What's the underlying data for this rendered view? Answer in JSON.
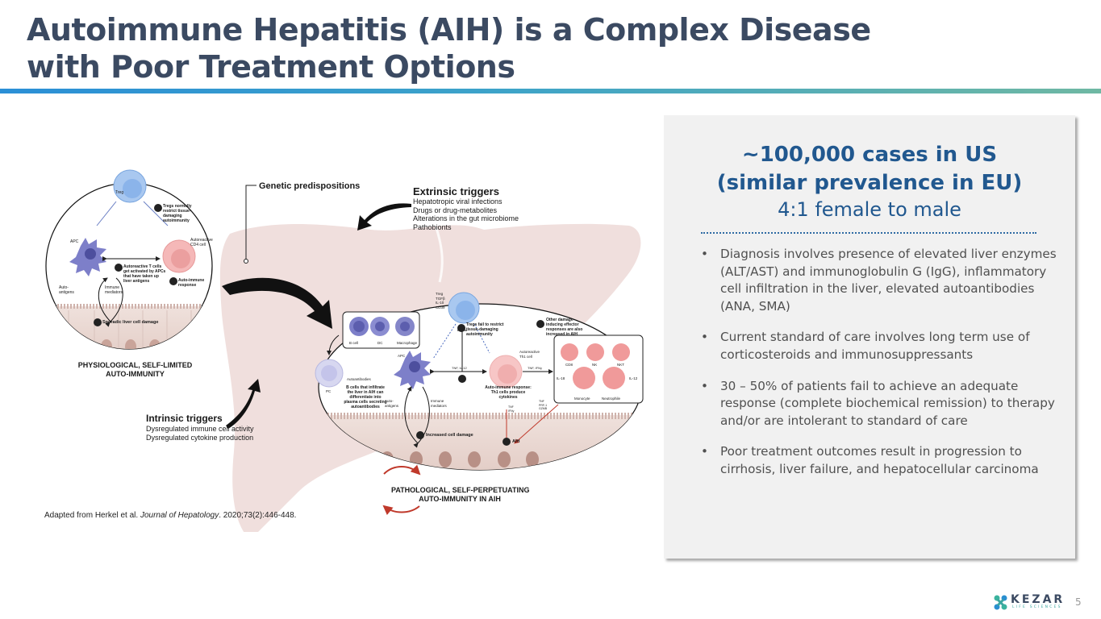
{
  "slide": {
    "title_line1": "Autoimmune Hepatitis (AIH) is a Complex Disease",
    "title_line2": "with Poor Treatment Options",
    "page_number": "5",
    "accent_gradient": [
      "#2b8fd6",
      "#6fb8a3"
    ],
    "title_color": "#3b4a62"
  },
  "figure": {
    "genetic_label": "Genetic predispositions",
    "extrinsic": {
      "heading": "Extrinsic triggers",
      "items": [
        "Hepatotropic viral infections",
        "Drugs or drug-metabolites",
        "Alterations in the gut microbiome",
        "Pathobionts"
      ]
    },
    "intrinsic": {
      "heading": "Intrinsic triggers",
      "items": [
        "Dysregulated immune cell activity",
        "Dysregulated cytokine production"
      ]
    },
    "left_circle": {
      "caption": "PHYSIOLOGICAL, SELF-LIMITED AUTO-IMMUNITY",
      "caption_line1": "PHYSIOLOGICAL, SELF-LIMITED",
      "caption_line2": "AUTO-IMMUNITY",
      "treg": "Treg",
      "apc": "APC",
      "cd4": "Autoreactive CD4 cell",
      "cd4_l1": "Autoreactive",
      "cd4_l2": "CD4 cell",
      "auto_antigens_l1": "Auto-",
      "auto_antigens_l2": "antigens",
      "immune_mediators_l1": "Immune",
      "immune_mediators_l2": "mediators",
      "step1": {
        "num": "1",
        "text": "Sporadic liver cell damage"
      },
      "step2": {
        "num": "2",
        "l1": "Autoreactive T cells",
        "l2": "get activated by APCs",
        "l3": "that have taken up",
        "l4": "liver antigens"
      },
      "step3": {
        "num": "3",
        "l1": "Auto-immune",
        "l2": "response"
      },
      "step4": {
        "num": "4",
        "l1": "Tregs normally",
        "l2": "restrict tissue-",
        "l3": "damaging",
        "l4": "autoimmunity"
      }
    },
    "right_circle": {
      "caption_line1": "PATHOLOGICAL, SELF-PERPETUATING",
      "caption_line2": "AUTO-IMMUNITY IN AIH",
      "treg_l1": "Treg",
      "treg_l2": "TGFβ",
      "treg_l3": "IL-10",
      "treg_l4": "CD39",
      "bcell": "B cell",
      "dc": "DC",
      "macrophage": "Macrophage",
      "pc": "PC",
      "autoantibodies": "Autoantibodies",
      "apc": "APC",
      "bcell_note_l1": "B cells that infiltrate",
      "bcell_note_l2": "the liver in AIH can",
      "bcell_note_l3": "differentiate into",
      "bcell_note_l4": "plasma cells secreting",
      "bcell_note_l5": "autoantibodies",
      "auto_antigens_l1": "Auto-",
      "auto_antigens_l2": "antigens",
      "immune_mediators_l1": "Immune",
      "immune_mediators_l2": "mediators",
      "th1_l1": "Autoreactive",
      "th1_l2": "Th1 cell",
      "cytokines_left": "TNF, IL-12",
      "cytokines_right": "TNF, IFNγ",
      "tnf_ifn_l1": "TNF",
      "tnf_ifn_l2": "IFNγ",
      "tnf_prf_l1": "TNF",
      "tnf_prf_l2": "PRF-1",
      "tnf_prf_l3": "GZMB",
      "step1": {
        "num": "1",
        "text": "Increased cell damage"
      },
      "step2": {
        "num": "2"
      },
      "step3": {
        "num": "3",
        "l1": "Other damage-",
        "l2": "inducing effector",
        "l3": "responses are also",
        "l4": "increased in AIH"
      },
      "step4": {
        "num": "4",
        "l1": "Tregs fail to restrict",
        "l2": "tissue-damaging",
        "l3": "autoimmunity"
      },
      "step5": {
        "num": "5",
        "text": "AIH"
      },
      "th1_resp_l1": "Auto-immune response:",
      "th1_resp_l2": "Th1 cells produce",
      "th1_resp_l3": "cytokines",
      "effectors": [
        "CD8",
        "NK",
        "NKT",
        "Monocyte",
        "Neutrophile"
      ],
      "il18": "IL-18",
      "il12": "IL-12"
    }
  },
  "citation": {
    "prefix": "Adapted from Herkel et al. ",
    "journal": "Journal of Hepatology",
    "suffix": ". 2020;73(2):446-448."
  },
  "panel": {
    "headline_line1": "~100,000 cases in US",
    "headline_line2": "(similar prevalence in EU)",
    "subhead": "4:1 female to male",
    "headline_color": "#21588f",
    "bullets": [
      "Diagnosis involves presence of elevated liver enzymes (ALT/AST) and immunoglobulin G (IgG), inflammatory cell infiltration in the liver, elevated autoantibodies (ANA, SMA)",
      "Current standard of care involves long term use of corticosteroids and immunosuppressants",
      "30 – 50% of patients fail to achieve an adequate response (complete biochemical remission) to therapy and/or are intolerant to standard of care",
      "Poor treatment outcomes result in progression to cirrhosis, liver failure, and hepatocellular carcinoma"
    ],
    "bullet_glyph": "•"
  },
  "logo": {
    "word": "KEZAR",
    "sub": "LIFE SCIENCES"
  }
}
